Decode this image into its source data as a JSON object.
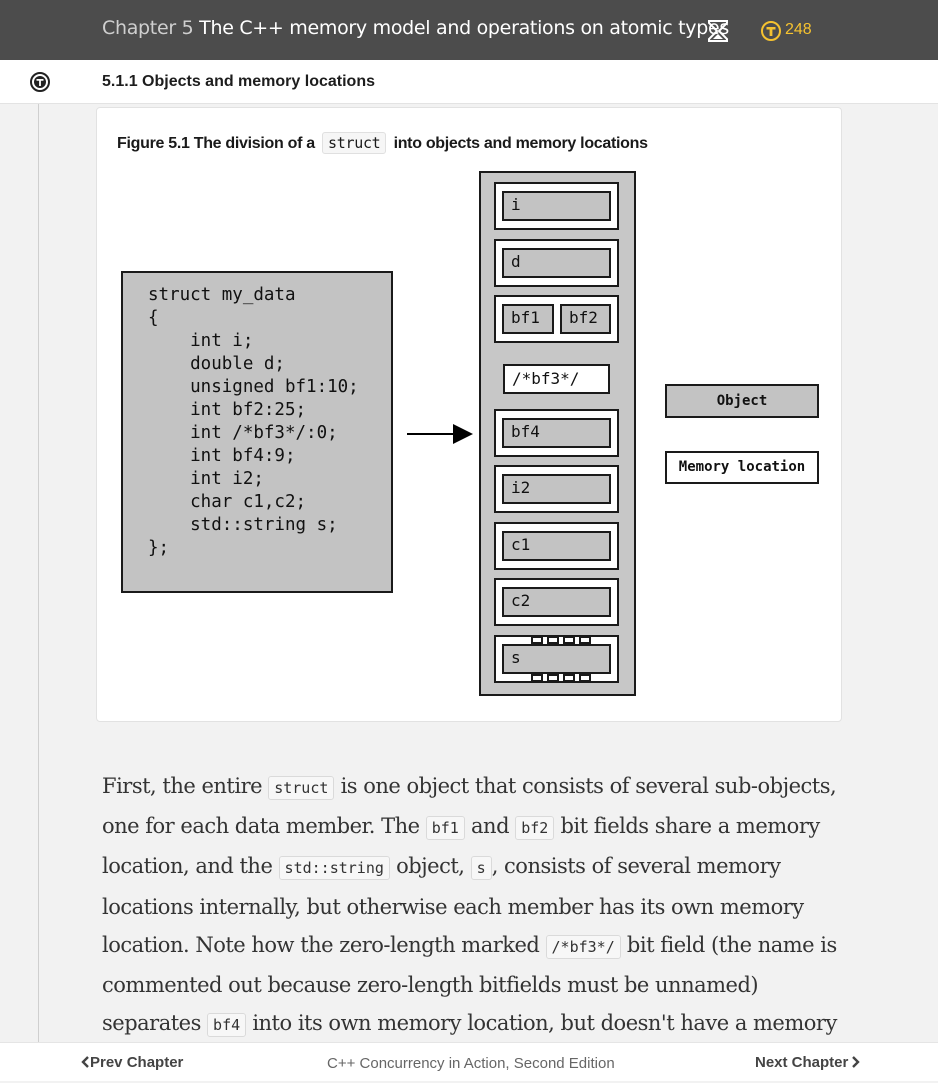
{
  "header": {
    "chapter_number": "Chapter 5",
    "chapter_title": "The C++ memory model and operations on atomic types",
    "coin_count": "248"
  },
  "section": {
    "title": "5.1.1  Objects and memory locations"
  },
  "figure": {
    "caption_prefix": "Figure 5.1 The division of a",
    "caption_code": "struct",
    "caption_suffix": "into objects and memory locations",
    "code_lines": [
      "struct my_data",
      "{",
      "    int i;",
      "    double d;",
      "    unsigned bf1:10;",
      "    int bf2:25;",
      "    int /*bf3*/:0;",
      "    int bf4:9;",
      "    int i2;",
      "    char c1,c2;",
      "    std::string s;",
      "};"
    ],
    "objects": {
      "i": "i",
      "d": "d",
      "bf1": "bf1",
      "bf2": "bf2",
      "bf3": "/*bf3*/",
      "bf4": "bf4",
      "i2": "i2",
      "c1": "c1",
      "c2": "c2",
      "s": "s"
    },
    "legend": {
      "object": "Object",
      "memory_location": "Memory location"
    }
  },
  "body": {
    "t1": "First, the entire ",
    "c1": "struct",
    "t2": " is one object that consists of several sub-objects, one for each data member. The ",
    "c2": "bf1",
    "t3": " and ",
    "c3": "bf2",
    "t4": " bit fields share a memory location, and the ",
    "c4": "std::string",
    "t5": " object, ",
    "c5": "s",
    "t6": ", consists of several memory locations internally, but otherwise each member has its own memory location. Note how the zero-length marked ",
    "c6": "/*bf3*/",
    "t7": " bit field (the name is commented out because zero-length bitfields must be unnamed) separates ",
    "c7": "bf4",
    "t8": " into its own memory location, but doesn't have a memory location"
  },
  "footer": {
    "prev": "Prev Chapter",
    "book": "C++ Concurrency in Action, Second Edition",
    "next": "Next Chapter"
  },
  "colors": {
    "header_bg": "#4c4c4c",
    "coin": "#f5c230",
    "object_fill": "#c3c3c3"
  }
}
